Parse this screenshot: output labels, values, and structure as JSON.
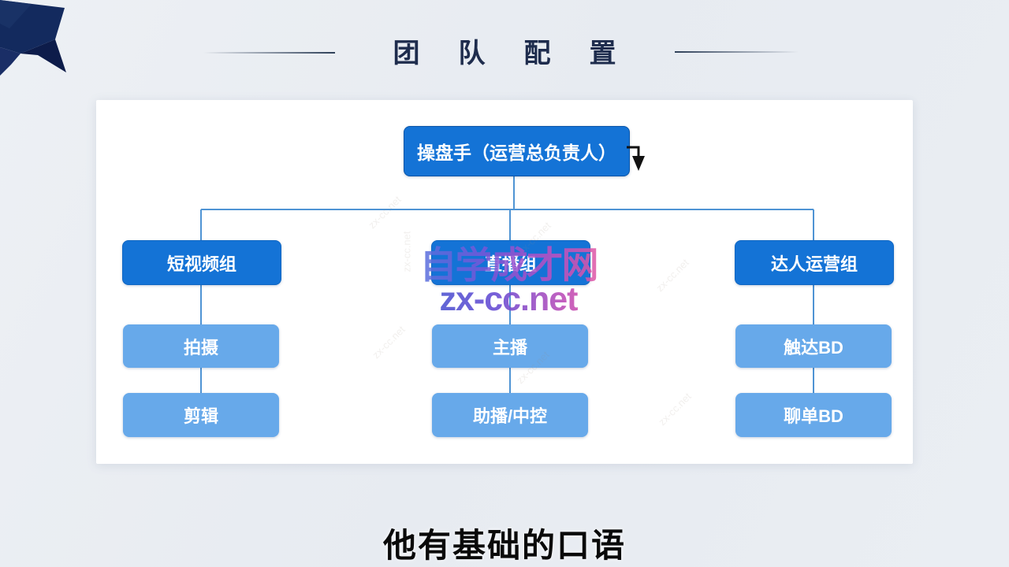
{
  "header": {
    "title": "团队配置"
  },
  "org_chart": {
    "root": {
      "label": "操盘手（运营总负责人）"
    },
    "columns": [
      {
        "group": "短视频组",
        "children": [
          "拍摄",
          "剪辑"
        ]
      },
      {
        "group": "直播组",
        "children": [
          "主播",
          "助播/中控"
        ]
      },
      {
        "group": "达人运营组",
        "children": [
          "触达BD",
          "聊单BD"
        ]
      }
    ]
  },
  "watermark": {
    "site_name": "自学成才网",
    "site_url": "zx-cc.net",
    "diagonal_text": "zx-cc.net"
  },
  "subtitle": {
    "text": "他有基础的口语"
  },
  "colors": {
    "primary_blue": "#1473d6",
    "light_blue": "#67a9ea",
    "connector_blue": "#4f94d4",
    "title_navy": "#1e2c4d",
    "ribbon_navy": "#132a5e",
    "panel_white": "#ffffff",
    "background": "#e9edf2"
  }
}
